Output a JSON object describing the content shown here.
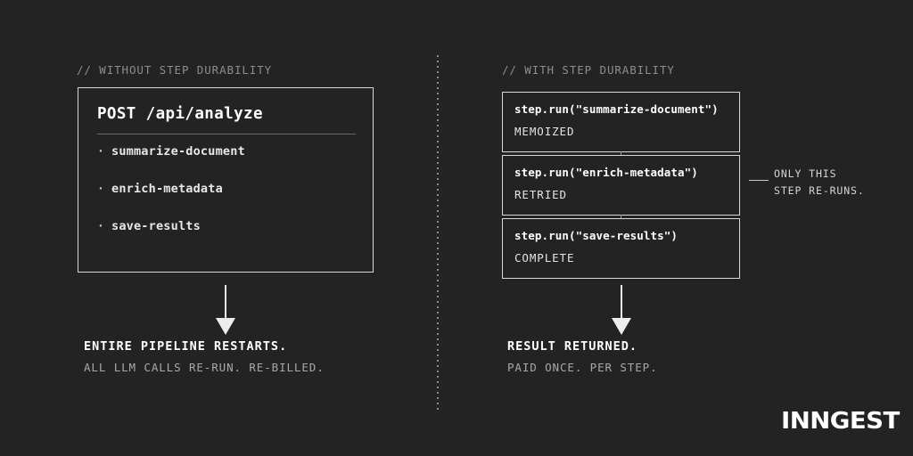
{
  "theme": {
    "background": "#232323",
    "border": "#d8d8d8",
    "text_primary": "#ffffff",
    "text_secondary": "#a8a8a8",
    "text_muted": "#8d8d8d"
  },
  "left_column": {
    "comment": "// WITHOUT STEP DURABILITY",
    "endpoint": {
      "title": "POST /api/analyze",
      "steps": [
        {
          "bullet": "·",
          "label": "summarize-document"
        },
        {
          "bullet": "·",
          "label": "enrich-metadata"
        },
        {
          "bullet": "·",
          "label": "save-results"
        }
      ]
    },
    "outcome": {
      "headline": "ENTIRE PIPELINE RESTARTS.",
      "subline": "ALL LLM CALLS RE-RUN. RE-BILLED."
    }
  },
  "right_column": {
    "comment": "// WITH STEP DURABILITY",
    "steps": [
      {
        "call": "step.run(\"summarize-document\")",
        "status": "MEMOIZED"
      },
      {
        "call": "step.run(\"enrich-metadata\")",
        "status": "RETRIED"
      },
      {
        "call": "step.run(\"save-results\")",
        "status": "COMPLETE"
      }
    ],
    "annotation": {
      "line1": "ONLY THIS",
      "line2": "STEP RE-RUNS."
    },
    "outcome": {
      "headline": "RESULT RETURNED.",
      "subline": "PAID ONCE. PER STEP."
    }
  },
  "logo": {
    "wordmark": "INNGEST"
  }
}
